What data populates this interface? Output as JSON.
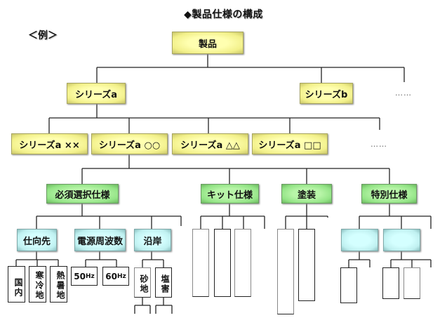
{
  "title": "◆製品仕様の構成",
  "example_label": "＜例＞",
  "colors": {
    "level1": "#f7f59a",
    "level3": "#9ee891",
    "level4": "#c8f7f7",
    "line": "#222222"
  },
  "tree": {
    "root": "製品",
    "series": [
      "シリーズa",
      "シリーズb"
    ],
    "series_more": "……",
    "subseries": [
      "シリーズa ××",
      "シリーズa ○○",
      "シリーズa △△",
      "シリーズa □□"
    ],
    "subseries_more": "……",
    "spec_groups": [
      "必須選択仕様",
      "キット仕様",
      "塗装",
      "特別仕様"
    ],
    "required_options": [
      "仕向先",
      "電源周波数",
      "沿岸"
    ],
    "destination_values": [
      "国内",
      "寒冷地",
      "熱暑地"
    ],
    "frequency_values": [
      {
        "number": "50",
        "unit": "Hz"
      },
      {
        "number": "60",
        "unit": "Hz"
      }
    ],
    "coastal_values": [
      "砂地",
      "塩害"
    ]
  }
}
